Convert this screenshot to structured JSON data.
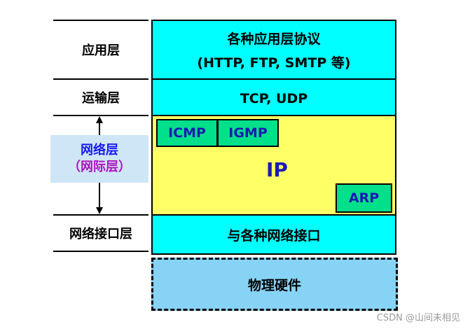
{
  "left_labels": {
    "application": "应用层",
    "transport": "运输层",
    "network": "网络层",
    "network_alt": "（网际层）",
    "link": "网络接口层"
  },
  "blocks": {
    "application_line1": "各种应用层协议",
    "application_line2": "(HTTP, FTP, SMTP 等)",
    "transport": "TCP, UDP",
    "ip": "IP",
    "icmp": "ICMP",
    "igmp": "IGMP",
    "arp": "ARP",
    "link": "与各种网络接口",
    "physical": "物理硬件"
  },
  "watermark": "CSDN @山间未相见",
  "colors": {
    "cyan": "#00ffff",
    "ip_yellow": "#ffff66",
    "protocol_green": "#00e08a",
    "physical_blue": "#87d3f5",
    "network_label_bg": "#cfe6f7",
    "network_label_text": "#1a1aff",
    "network_alt_text": "#b010c0"
  }
}
